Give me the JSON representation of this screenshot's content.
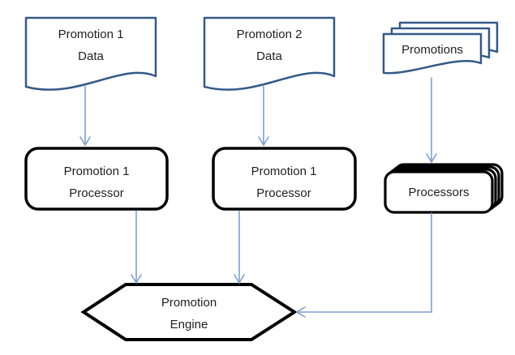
{
  "diagram": {
    "colors": {
      "document_border": "#345a88",
      "process_border": "#000000",
      "arrow": "#7e9fd0",
      "text": "#1f1f1f",
      "background": "#ffffff"
    },
    "nodes": {
      "promo1_data": {
        "shape": "document",
        "line1": "Promotion 1",
        "line2": "Data"
      },
      "promo2_data": {
        "shape": "document",
        "line1": "Promotion 2",
        "line2": "Data"
      },
      "promotions": {
        "shape": "document-stack",
        "label": "Promotions"
      },
      "promo1_processor": {
        "shape": "rounded-rectangle",
        "line1": "Promotion 1",
        "line2": "Processor"
      },
      "promo2_processor": {
        "shape": "rounded-rectangle",
        "line1": "Promotion 1",
        "line2": "Processor"
      },
      "processors": {
        "shape": "rounded-rectangle-stack",
        "label": "Processors"
      },
      "promotion_engine": {
        "shape": "hexagon",
        "line1": "Promotion",
        "line2": "Engine"
      }
    },
    "edges": [
      {
        "from": "promo1_data",
        "to": "promo1_processor"
      },
      {
        "from": "promo2_data",
        "to": "promo2_processor"
      },
      {
        "from": "promotions",
        "to": "processors"
      },
      {
        "from": "promo1_processor",
        "to": "promotion_engine"
      },
      {
        "from": "promo2_processor",
        "to": "promotion_engine"
      },
      {
        "from": "processors",
        "to": "promotion_engine"
      }
    ]
  }
}
